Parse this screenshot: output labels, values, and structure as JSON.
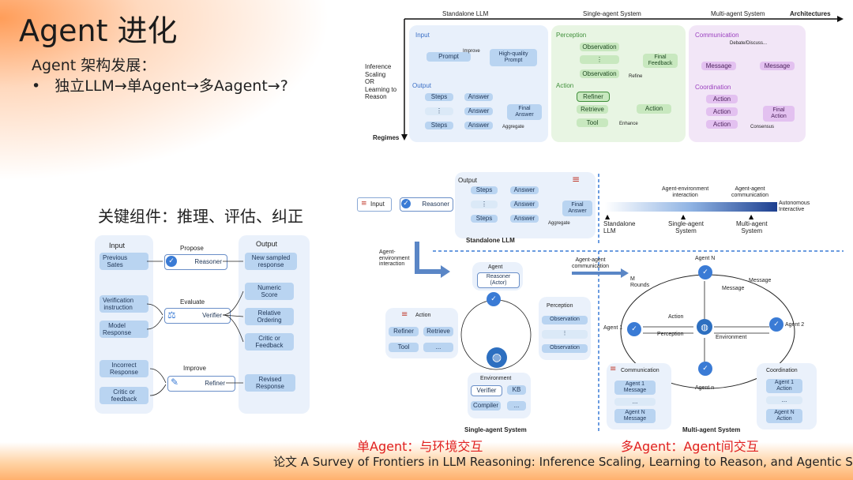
{
  "slide": {
    "title": "Agent 进化",
    "subtitle": "Agent 架构发展：",
    "bullet_marker": "•",
    "bullet_text": "独立LLM→单Agent→多Aagent→?",
    "key_components": "关键组件：推理、评估、纠正",
    "single_agent_note": "单Agent：与环境交互",
    "multi_agent_note": "多Agent：Agent间交互",
    "citation": "论文 A Survey of Frontiers in LLM Reasoning: Inference Scaling, Learning to Reason, and Agentic Systems"
  },
  "fig_top": {
    "col_headers": [
      "Standalone LLM",
      "Single-agent System",
      "Multi-agent System"
    ],
    "arch_label": "Architectures",
    "yaxis_label": "Inference\nScaling\nOR\nLearning to\nReason",
    "regimes_label": "Regimes",
    "llm": {
      "input_label": "Input",
      "prompt": "Prompt",
      "improve": "Improve",
      "hq_prompt": "High-quality\nPrompt",
      "output_label": "Output",
      "steps": "Steps",
      "answer": "Answer",
      "ellipsis": "⋮",
      "final_answer": "Final\nAnswer",
      "aggregate": "Aggregate"
    },
    "single": {
      "perception_label": "Perception",
      "observation": "Observation",
      "ellipsis": "⋮",
      "final_feedback": "Final\nFeedback",
      "refine": "Refine",
      "action_label": "Action",
      "refiner": "Refiner",
      "retrieve": "Retrieve",
      "tool": "Tool",
      "action": "Action",
      "enhance": "Enhance"
    },
    "multi": {
      "communication_label": "Communication",
      "debate": "Debate/Discuss...",
      "message": "Message",
      "coordination_label": "Coordination",
      "action": "Action",
      "final_action": "Final\nAction",
      "consensus": "Consensus"
    }
  },
  "fig_left": {
    "input_header": "Input",
    "output_header": "Output",
    "propose": "Propose",
    "evaluate": "Evaluate",
    "improve": "Improve",
    "previous_states": "Previous\nSates",
    "verification_instruction": "Verification\ninstruction",
    "model_response": "Model\nResponse",
    "incorrect_response": "Incorrect\nResponse",
    "critic_feedback_in": "Critic or\nfeedback",
    "reasoner": "Reasoner",
    "verifier": "Verifier",
    "refiner": "Refiner",
    "new_sampled": "New sampled\nresponse",
    "numeric_score": "Numeric\nScore",
    "relative_ordering": "Relative\nOrdering",
    "critic_feedback_out": "Critic or\nFeedback",
    "revised_response": "Revised\nResponse"
  },
  "fig_right": {
    "input": "Input",
    "reasoner": "Reasoner",
    "output": "Output",
    "steps": "Steps",
    "answer": "Answer",
    "ellipsis": "⋮",
    "final_answer": "Final\nAnswer",
    "aggregate": "Aggregate",
    "standalone_llm": "Standalone LLM",
    "agent_env_interaction": "Agent-environment\ninteraction",
    "agent_agent_comm": "Agent-agent\ncommunication",
    "autonomous": "Autonomous\nInteractive",
    "scale_standalone": "Standalone\nLLM",
    "scale_single": "Single-agent\nSystem",
    "scale_multi": "Multi-agent\nSystem",
    "agent_env_left": "Agent-\nenvironment\ninteraction",
    "agent_label": "Agent",
    "reasoner_actor": "Reasoner\n(Actor)",
    "action": "Action",
    "refiner": "Refiner",
    "retrieve": "Retrieve",
    "tool": "Tool",
    "dots": "...",
    "perception": "Perception",
    "observation": "Observation",
    "environment": "Environment",
    "verifier": "Verifier",
    "kb": "KB",
    "compiler": "Compiler",
    "single_agent_system": "Single-agent System",
    "agent_agent_comm_mid": "Agent-agent\ncommunication",
    "agent_n": "Agent N",
    "m_rounds": "M\nRounds",
    "message": "Message",
    "agent_1": "Agent 1",
    "agent_2": "Agent 2",
    "agent_n_small": "Agent n",
    "env": "Environment",
    "communication": "Communication",
    "agent1_message": "Agent 1\nMessage",
    "agentn_message": "Agent N\nMessage",
    "coordination": "Coordination",
    "agent1_action": "Agent 1\nAction",
    "agentn_action": "Agent N\nAction",
    "multi_agent_system": "Multi-agent System"
  }
}
